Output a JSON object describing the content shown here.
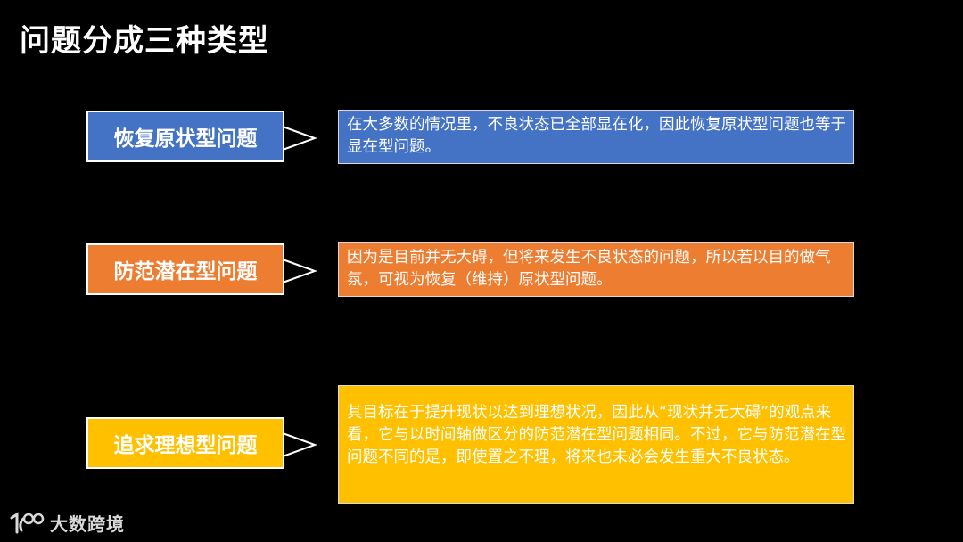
{
  "title": "问题分成三种类型",
  "types": [
    {
      "label": "恢复原状型问题",
      "description": "在大多数的情况里，不良状态已全部显在化，因此恢复原状型问题也等于显在型问题。",
      "color": "#4472c4"
    },
    {
      "label": "防范潜在型问题",
      "description": "因为是目前并无大碍，但将来发生不良状态的问题，所以若以目的做气氛，可视为恢复（维持）原状型问题。",
      "color": "#ed7d31"
    },
    {
      "label": "追求理想型问题",
      "description": "其目标在于提升现状以达到理想状况，因此从“现状并无大碍”的观点来看，它与以时间轴做区分的防范潜在型问题相同。不过，它与防范潜在型问题不同的是，即使置之不理，将来也未必会发生重大不良状态。",
      "color": "#ffc000"
    }
  ],
  "logo": {
    "text": "大数跨境",
    "icon": "brand-logo-icon"
  }
}
